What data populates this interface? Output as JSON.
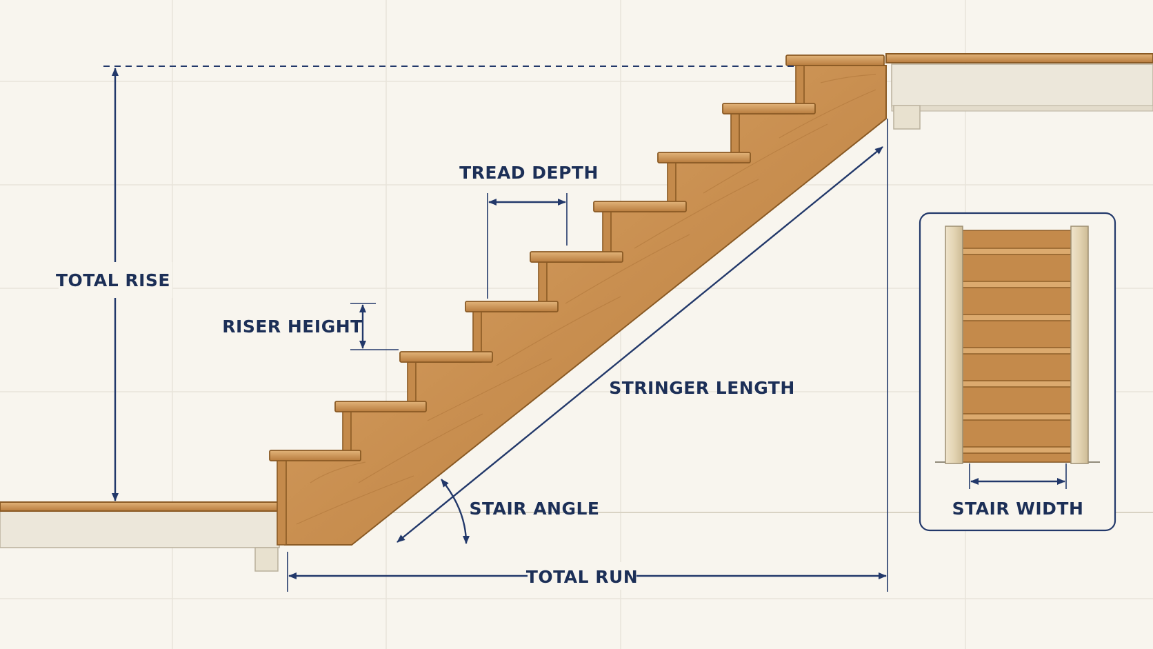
{
  "labels": {
    "total_rise": "TOTAL RISE",
    "riser_height": "RISER HEIGHT",
    "tread_depth": "TREAD DEPTH",
    "stringer_length": "STRINGER LENGTH",
    "stair_angle": "STAIR ANGLE",
    "total_run": "TOTAL RUN",
    "stair_width": "STAIR WIDTH"
  },
  "colors": {
    "background": "#f8f5ee",
    "wood_light": "#d8a468",
    "wood_mid": "#c48a4b",
    "wood_dark": "#a86f34",
    "annotation": "#1c2f57",
    "floor_slab": "#ece7da"
  }
}
